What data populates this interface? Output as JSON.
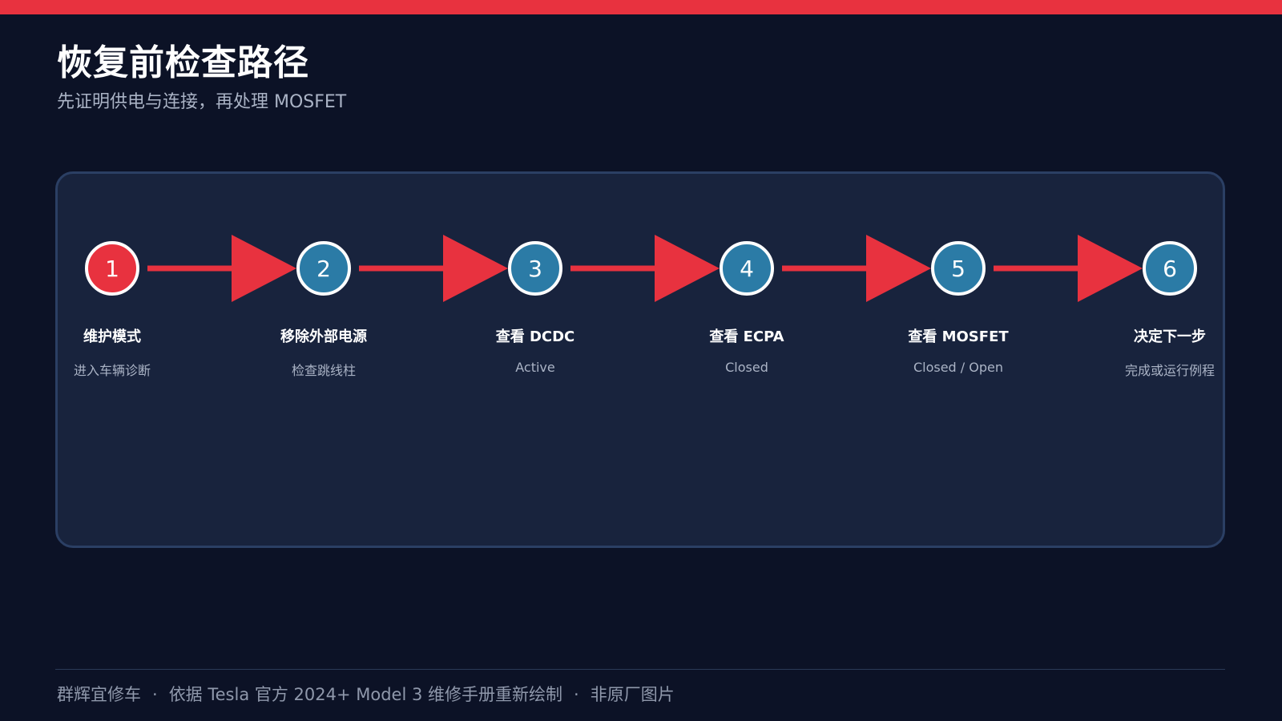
{
  "header": {
    "title": "恢复前检查路径",
    "subtitle": "先证明供电与连接，再处理 MOSFET"
  },
  "colors": {
    "accent": "#e8323f",
    "step_fill": "#2b7ba6",
    "background": "#0c1226",
    "panel": "#18233d"
  },
  "flow": {
    "steps": [
      {
        "number": "1",
        "label": "维护模式",
        "detail": "进入车辆诊断",
        "highlight": true
      },
      {
        "number": "2",
        "label": "移除外部电源",
        "detail": "检查跳线柱",
        "highlight": false
      },
      {
        "number": "3",
        "label": "查看 DCDC",
        "detail": "Active",
        "highlight": false
      },
      {
        "number": "4",
        "label": "查看 ECPA",
        "detail": "Closed",
        "highlight": false
      },
      {
        "number": "5",
        "label": "查看 MOSFET",
        "detail": "Closed / Open",
        "highlight": false
      },
      {
        "number": "6",
        "label": "决定下一步",
        "detail": "完成或运行例程",
        "highlight": false
      }
    ]
  },
  "footer": {
    "source": "群辉宜修车",
    "basis": "依据 Tesla 官方 2024+ Model 3 维修手册重新绘制",
    "disclaimer": "非原厂图片",
    "separator": "·"
  }
}
